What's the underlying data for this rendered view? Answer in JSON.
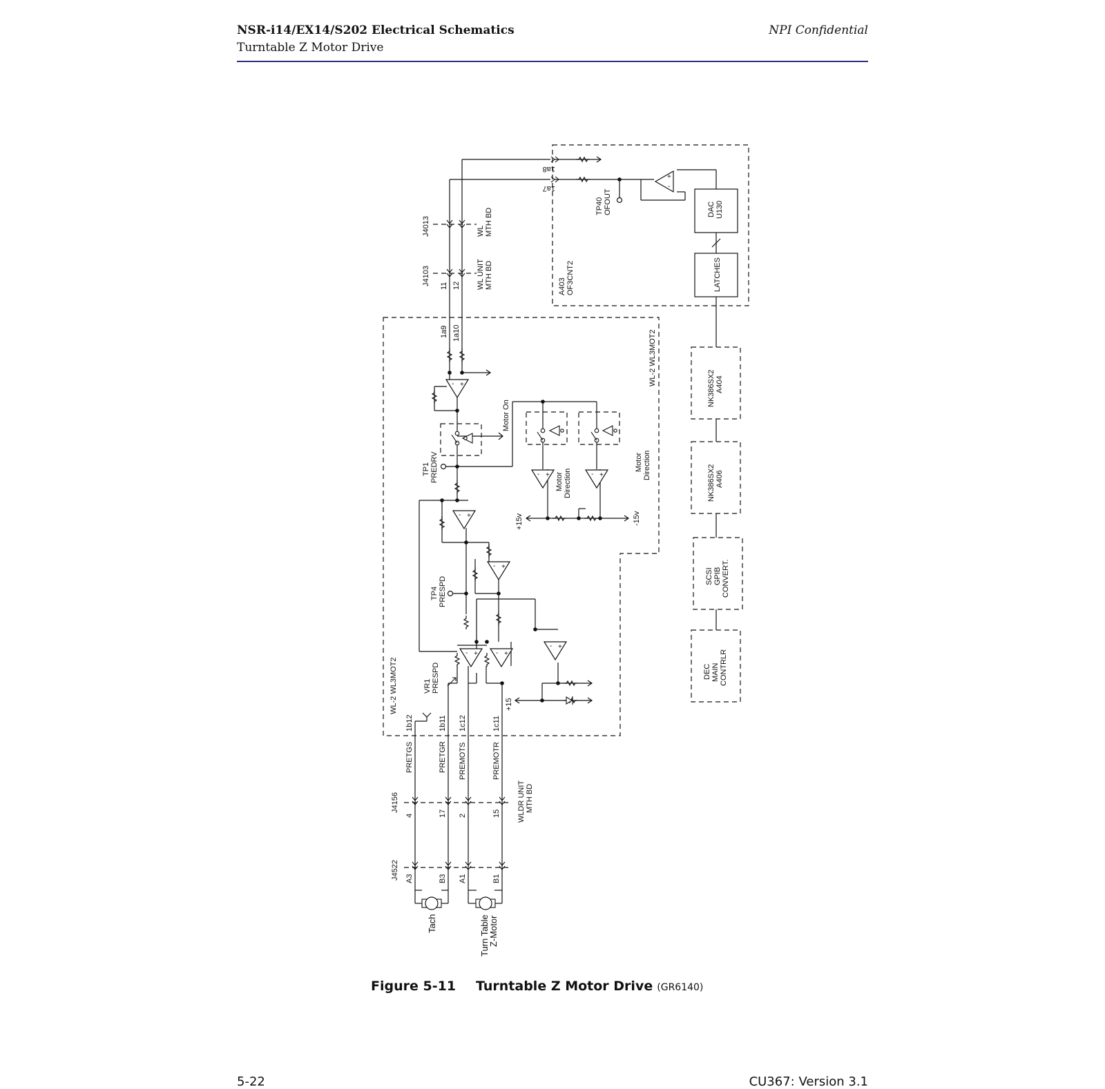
{
  "header": {
    "title": "NSR-i14/EX14/S202 Electrical Schematics",
    "subtitle": "Turntable Z Motor Drive",
    "classification": "NPI Confidential"
  },
  "schematic": {
    "boards": {
      "control_board": [
        "A403",
        "OF3CNT2"
      ],
      "motor_board_top": "WL-2 WL3MOT2",
      "motor_board_side": "WL-2 WL3MOT2"
    },
    "blocks": {
      "dac": [
        "DAC",
        "U130"
      ],
      "latches": "LATCHES",
      "a404": [
        "NK386SX2",
        "A404"
      ],
      "a406": [
        "NK386SX2",
        "A406"
      ],
      "scsi": [
        "SCSI",
        "GPIB",
        "CONVERT."
      ],
      "dec": [
        "DEC",
        "MAIN",
        "CONTRLR"
      ]
    },
    "connectors": {
      "j4013": "J4013",
      "j4103": "J4103",
      "j4156": "J4156",
      "j4522": "J4522",
      "wl_mth": [
        "WL",
        "MTH BD"
      ],
      "wl_unit_mth": [
        "WL UNIT",
        "MTH BD"
      ],
      "wldr_unit_mth": [
        "WLDR UNIT",
        "MTH BD"
      ]
    },
    "pins": {
      "p1a8": "1a8",
      "p1a7": "1a7",
      "p11": "11",
      "p12": "12",
      "p1a9": "1a9",
      "p1a10": "1a10",
      "p1b12": "1b12",
      "p1b11": "1b11",
      "p1c12": "1c12",
      "p1c11": "1c11",
      "p4": "4",
      "p17": "17",
      "p2": "2",
      "p15": "15",
      "pA3": "A3",
      "pB3": "B3",
      "pA1": "A1",
      "pB1": "B1"
    },
    "signals": {
      "pretgs": "PRETGS",
      "pretgr": "PRETGR",
      "premots": "PREMOTS",
      "premotr": "PREMOTR",
      "motor_on": "Motor On",
      "motor_direction": [
        "Motor",
        "Direction"
      ],
      "plus15v": "+15v",
      "minus15v": "-15v",
      "plus15": "+15"
    },
    "test_points": {
      "tp40": [
        "TP40",
        "OFOUT"
      ],
      "tp1": [
        "TP1",
        "PREDRV"
      ],
      "tp4": [
        "TP4",
        "PRESPD"
      ],
      "vr1": [
        "VR1",
        "PRESPD"
      ]
    },
    "devices": {
      "tach": "Tach",
      "motor": [
        "Turn Table",
        "Z-Motor"
      ]
    }
  },
  "caption": {
    "figure": "Figure 5-11",
    "title": "Turntable Z Motor Drive",
    "code": "(GR6140)"
  },
  "footer": {
    "page": "5-22",
    "version": "CU367: Version 3.1"
  }
}
